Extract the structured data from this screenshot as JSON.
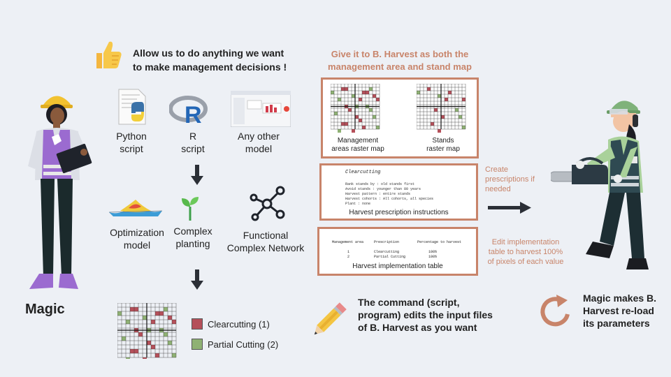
{
  "left_character": {
    "label": "Magic"
  },
  "top_statement": {
    "line1": "Allow us to do anything we want",
    "line2": "to make management decisions !"
  },
  "tools_row1": [
    {
      "line1": "Python",
      "line2": "script"
    },
    {
      "line1": "R",
      "line2": "script"
    },
    {
      "line1": "Any other",
      "line2": "model"
    }
  ],
  "r_logo_letter": "R",
  "tools_row2": [
    {
      "line1": "Optimization",
      "line2": "model"
    },
    {
      "line1": "Complex",
      "line2": "planting"
    },
    {
      "line1": "Functional",
      "line2": "Complex Network"
    }
  ],
  "legend": {
    "items": [
      {
        "label": "Clearcutting (1)",
        "color": "#b5505a"
      },
      {
        "label": "Partial Cutting (2)",
        "color": "#8fb174"
      }
    ]
  },
  "give_header": {
    "line1": "Give it to B. Harvest as both the",
    "line2": "management  area and stand map"
  },
  "maps": [
    {
      "line1": "Management",
      "line2": "areas raster map"
    },
    {
      "line1": "Stands",
      "line2": "raster map"
    }
  ],
  "prescription_box": {
    "title": "Clearcutting",
    "lines": [
      "Rank stands by : old stands first",
      "Avoid stands : younger than 80 years",
      "Harvest pattern : entire stands",
      "Harvest cohorts : All cohorts, all species",
      "Plant : none"
    ],
    "caption": "Harvest prescription instructions"
  },
  "implementation_box": {
    "headers": [
      "Management area",
      "Prescription",
      "Percentage to harvest"
    ],
    "rows": [
      [
        "1",
        "Clearcutting",
        "100%"
      ],
      [
        "2",
        "Partial Cutting",
        "100%"
      ]
    ],
    "caption": "Harvest implementation table"
  },
  "note_prescriptions": {
    "line1": "Create",
    "line2": "prescriptions if",
    "line3": "needed"
  },
  "note_edit": {
    "line1": "Edit implementation",
    "line2": "table to harvest 100%",
    "line3": "of pixels of each value"
  },
  "command_text": {
    "line1": "The command (script,",
    "line2": "program) edits the input files",
    "line3": "of B. Harvest as you want"
  },
  "reload_text": {
    "line1": "Magic makes B.",
    "line2": "Harvest re-load",
    "line3": "its parameters"
  },
  "colors": {
    "accent": "#c8846a",
    "clear": "#b5505a",
    "partial": "#8fb174",
    "arrow": "#2b2f36"
  }
}
